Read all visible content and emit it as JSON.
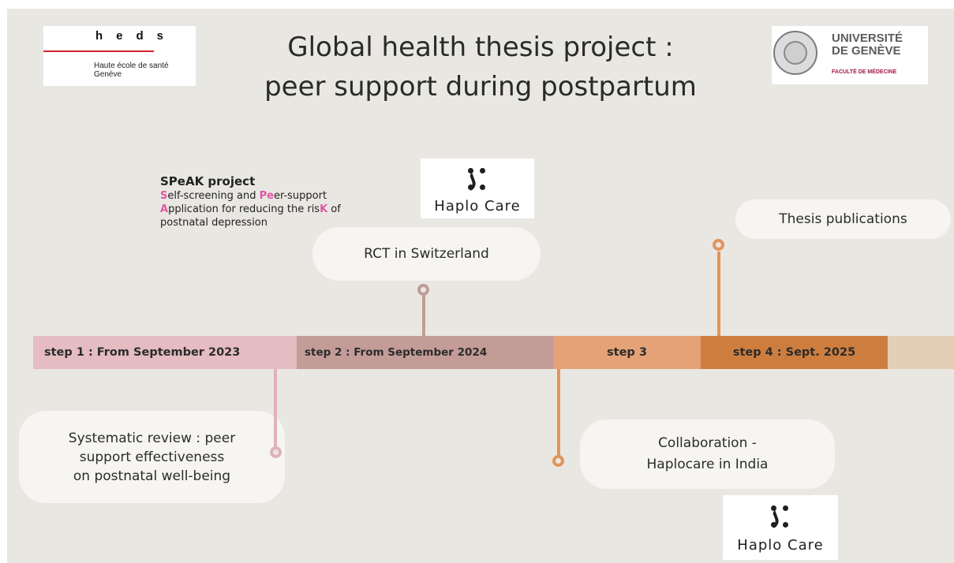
{
  "header": {
    "title_line1": "Global health thesis project :",
    "title_line2": "peer support during postpartum"
  },
  "heds_logo": {
    "letters": "heds",
    "name_line1": "Haute école de santé",
    "name_line2": "Genève",
    "accent_color": "#d6232b"
  },
  "unige_logo": {
    "name": "UNIVERSITÉ\nDE GENÈVE",
    "faculty": "FACULTÉ DE MÉDECINE",
    "faculty_color": "#a3174a"
  },
  "speak": {
    "title": "SPeAK project",
    "line1_initial": "S",
    "line1_rest_a": "elf-screening and ",
    "line1_pe": "Pe",
    "line1_rest_b": "er-support",
    "line2_initial": "A",
    "line2_rest": "pplication for reducing the ris",
    "line2_k": "K",
    "line2_end": " of",
    "line3": "postnatal depression",
    "highlight_color": "#e256a7"
  },
  "haplo_logo": {
    "text": "Haplo Care",
    "icon": "haplo-care-icon"
  },
  "timeline": {
    "steps": [
      {
        "label": "step 1 : From September 2023",
        "color": "#e4bcc1"
      },
      {
        "label": "step 2 : From September 2024",
        "color": "#c39c97"
      },
      {
        "label": "step 3",
        "color": "#e4a276"
      },
      {
        "label": "step 4 : Sept. 2025",
        "color": "#cd7e3f"
      },
      {
        "label": "",
        "color": "#e2cfb6"
      }
    ]
  },
  "callouts": {
    "rct": "RCT in Switzerland",
    "thesis": "Thesis publications",
    "review": "Systematic review : peer\nsupport effectiveness\non postnatal well-being",
    "collab": "Collaboration -\nHaplocare in India"
  }
}
